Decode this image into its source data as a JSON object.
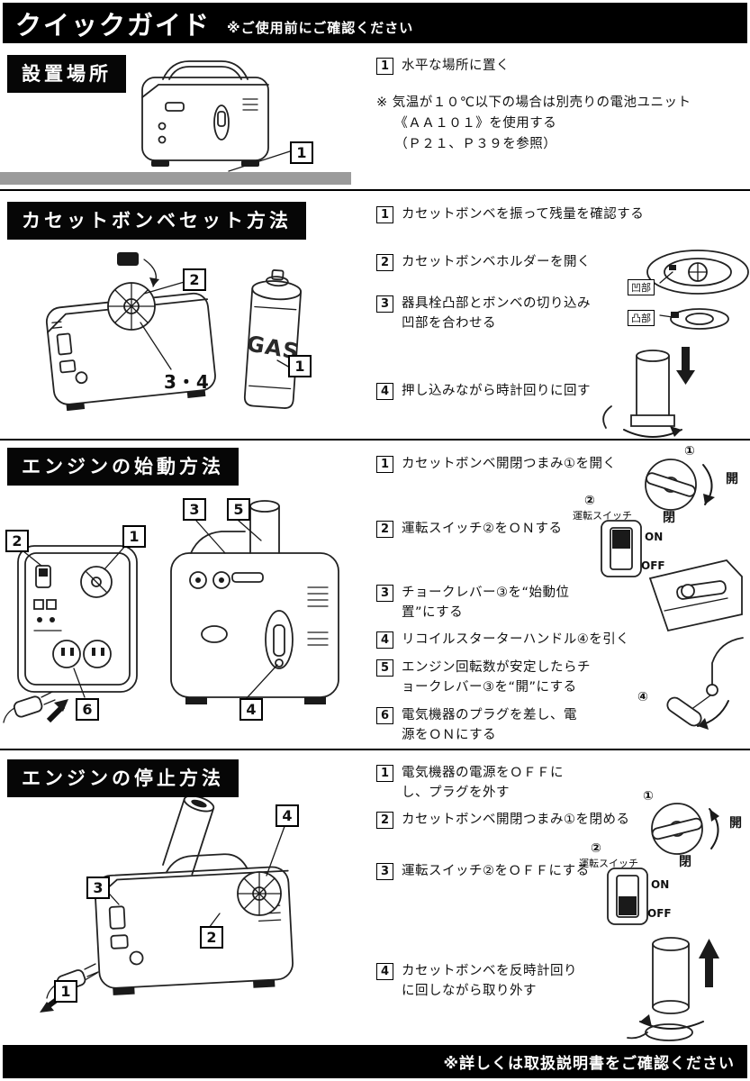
{
  "page": {
    "header_title": "クイックガイド",
    "header_subtitle": "※ご使用前にご確認ください",
    "footer_note": "※詳しくは取扱説明書をご確認ください"
  },
  "location": {
    "title": "設置場所",
    "callout1": "1",
    "steps": [
      {
        "num": "1",
        "text": "水平な場所に置く"
      }
    ],
    "note": "※ 気温が１０℃以下の場合は別売りの電池ユニット\n《ＡＡ１０１》を使用する\n（Ｐ２１、Ｐ３９を参照）"
  },
  "cassette": {
    "title": "カセットボンベセット方法",
    "callout1": "1",
    "callout2": "2",
    "callout34": "3・4",
    "gas_label": "GAS",
    "label_concave": "凹部",
    "label_convex": "凸部",
    "steps": [
      {
        "num": "1",
        "text": "カセットボンベを振って残量を確認する"
      },
      {
        "num": "2",
        "text": "カセットボンベホルダーを開く"
      },
      {
        "num": "3",
        "text": "器具栓凸部とボンベの切り込み凹部を合わせる"
      },
      {
        "num": "4",
        "text": "押し込みながら時計回りに回す"
      }
    ]
  },
  "start": {
    "title": "エンジンの始動方法",
    "callout1": "1",
    "callout2": "2",
    "callout3": "3",
    "callout4": "4",
    "callout5": "5",
    "callout6": "6",
    "dial_num": "①",
    "dial_open": "開",
    "dial_close": "閉",
    "switch_num": "②",
    "switch_label": "運転スイッチ",
    "switch_on": "ON",
    "switch_off": "OFF",
    "recoil_num": "④",
    "steps": [
      {
        "num": "1",
        "text": "カセットボンベ開閉つまみ①を開く"
      },
      {
        "num": "2",
        "text": "運転スイッチ②をＯＮする"
      },
      {
        "num": "3",
        "text": "チョークレバー③を“始動位置”にする"
      },
      {
        "num": "4",
        "text": "リコイルスターターハンドル④を引く"
      },
      {
        "num": "5",
        "text": "エンジン回転数が安定したらチョークレバー③を“開”にする"
      },
      {
        "num": "6",
        "text": "電気機器のプラグを差し、電源をＯＮにする"
      }
    ]
  },
  "stop": {
    "title": "エンジンの停止方法",
    "callout1": "1",
    "callout2": "2",
    "callout3": "3",
    "callout4": "4",
    "dial_num": "①",
    "dial_open": "開",
    "dial_close": "閉",
    "switch_num": "②",
    "switch_label": "運転スイッチ",
    "switch_on": "ON",
    "switch_off": "OFF",
    "steps": [
      {
        "num": "1",
        "text": "電気機器の電源をＯＦＦにし、プラグを外す"
      },
      {
        "num": "2",
        "text": "カセットボンベ開閉つまみ①を閉める"
      },
      {
        "num": "3",
        "text": "運転スイッチ②をＯＦＦにする"
      },
      {
        "num": "4",
        "text": "カセットボンベを反時計回りに回しながら取り外す"
      }
    ]
  },
  "colors": {
    "bar_bg": "#000000",
    "bar_text": "#ffffff",
    "ground": "#9b9b9b"
  }
}
